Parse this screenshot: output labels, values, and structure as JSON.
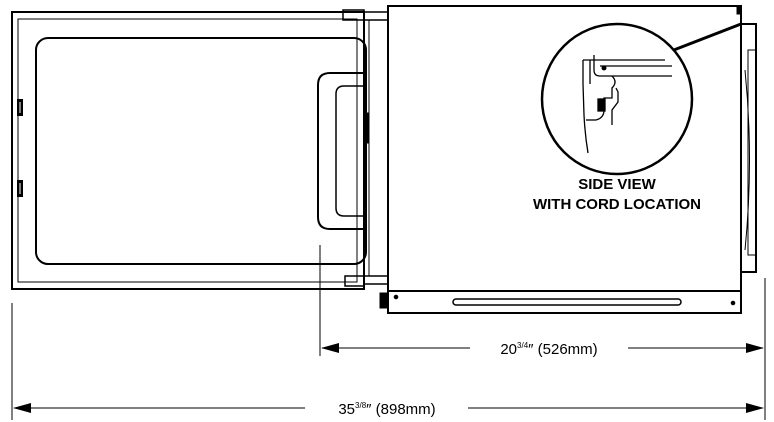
{
  "callout": {
    "line1": "SIDE VIEW",
    "line2": "WITH CORD LOCATION"
  },
  "dimensions": {
    "depth": {
      "whole": "20",
      "fraction": "3/4",
      "unit_mark": "″",
      "metric": "(526mm)"
    },
    "door_open": {
      "whole": "35",
      "fraction": "3/8",
      "unit_mark": "″",
      "metric": "(898mm)"
    }
  }
}
